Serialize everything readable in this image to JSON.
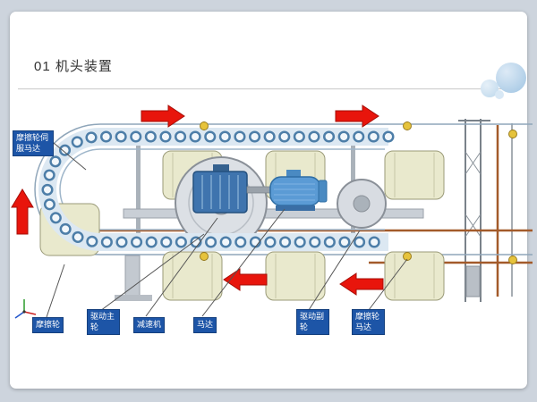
{
  "slide": {
    "title": "01 机头装置"
  },
  "labels": {
    "friction_servo_motor": "摩擦轮伺服马达",
    "friction_wheel": "摩擦轮",
    "drive_main_wheel": "驱动主轮",
    "reducer": "减速机",
    "motor": "马达",
    "drive_sub_wheel": "驱动副轮",
    "friction_wheel_motor": "摩擦轮马达"
  },
  "flow_arrows": [
    {
      "position": "top-left",
      "direction": "right"
    },
    {
      "position": "top-right",
      "direction": "right"
    },
    {
      "position": "left",
      "direction": "up"
    },
    {
      "position": "bottom-middle",
      "direction": "left"
    },
    {
      "position": "bottom-right",
      "direction": "left"
    }
  ],
  "colors": {
    "arrow_red": "#e8150c",
    "label_bg": "#1d55a7",
    "drum_fill": "#e9e9cd",
    "machine_blue": "#3f74ae",
    "chain_blue": "#4d7ea8",
    "bubble_blue": "#9fc4e2"
  }
}
